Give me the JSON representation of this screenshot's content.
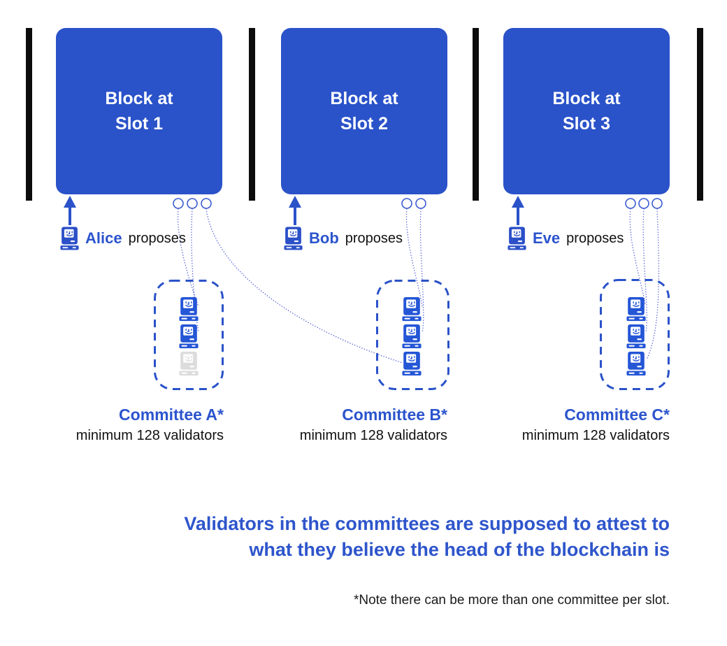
{
  "colors": {
    "primary_blue": "#2a52c9",
    "label_blue": "#2b54cd",
    "caption_blue": "#2e55cb",
    "dotted_line_blue": "#4d5ad2",
    "inactive_gray": "#dcdcdc",
    "bar_black": "#0c0c0c",
    "text_black": "#111111"
  },
  "icons": {
    "proposer": "retro-computer-smiley-icon",
    "validator": "retro-computer-smiley-icon"
  },
  "blocks": [
    {
      "label": "Block at\nSlot 1"
    },
    {
      "label": "Block at\nSlot 2"
    },
    {
      "label": "Block at\nSlot 3"
    }
  ],
  "proposers": [
    {
      "name": "Alice",
      "action": "proposes"
    },
    {
      "name": "Bob",
      "action": "proposes"
    },
    {
      "name": "Eve",
      "action": "proposes"
    }
  ],
  "committees": [
    {
      "name": "Committee A*",
      "subtitle": "minimum 128 validators",
      "validators": [
        "active",
        "active",
        "inactive"
      ]
    },
    {
      "name": "Committee B*",
      "subtitle": "minimum 128 validators",
      "validators": [
        "active",
        "active",
        "active"
      ]
    },
    {
      "name": "Committee C*",
      "subtitle": "minimum 128 validators",
      "validators": [
        "active",
        "active",
        "active"
      ]
    }
  ],
  "caption": {
    "line1": "Validators in the committees are supposed to attest to",
    "line2": "what they believe the head of the blockchain is"
  },
  "footnote": "*Note there can be more than one committee per slot."
}
